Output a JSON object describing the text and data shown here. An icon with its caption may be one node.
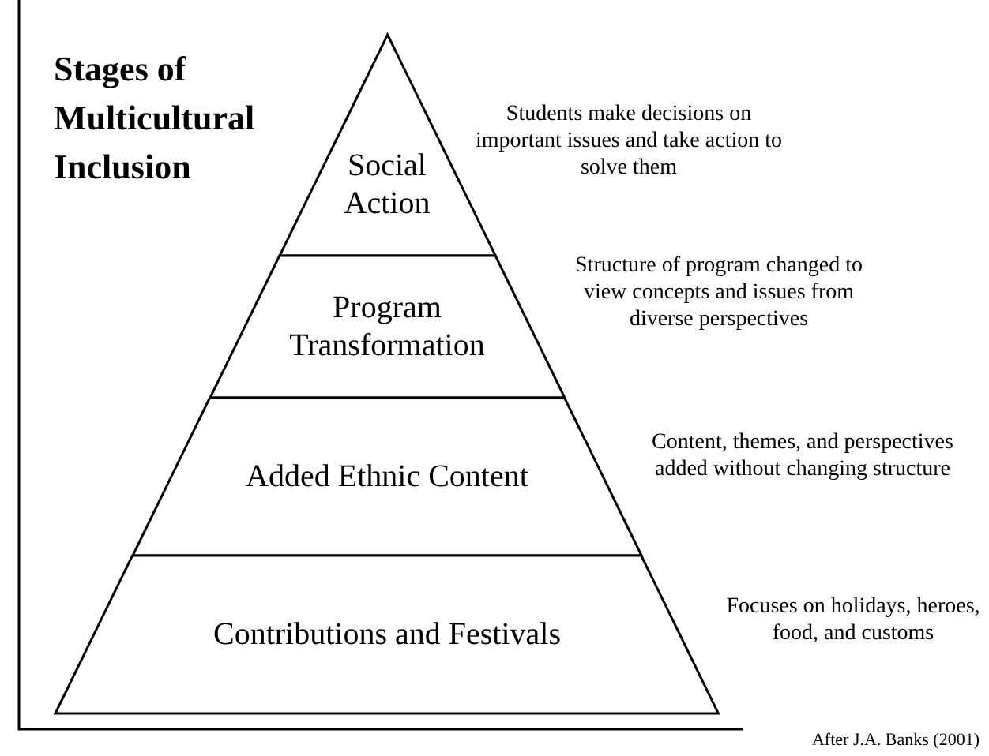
{
  "diagram": {
    "title": "Stages of Multicultural Inclusion",
    "caption": "After J.A. Banks (2001)",
    "nodes": [
      {
        "text": [
          "Social Action"
        ],
        "beside": [
          "Students make decisions on important issues and take action to solve them"
        ]
      },
      {
        "text": [
          "Program Transformation"
        ],
        "beside": [
          "Structure of program changed to view concepts and issues from diverse perspectives"
        ]
      },
      {
        "text": [
          "Added Ethnic Content"
        ],
        "beside": [
          "Content, themes, and perspectives added without changing structure"
        ]
      },
      {
        "text": [
          "Contributions and Festivals"
        ],
        "beside": [
          "Focuses on holidays, heroes, food, and customs"
        ]
      }
    ],
    "edges": []
  }
}
